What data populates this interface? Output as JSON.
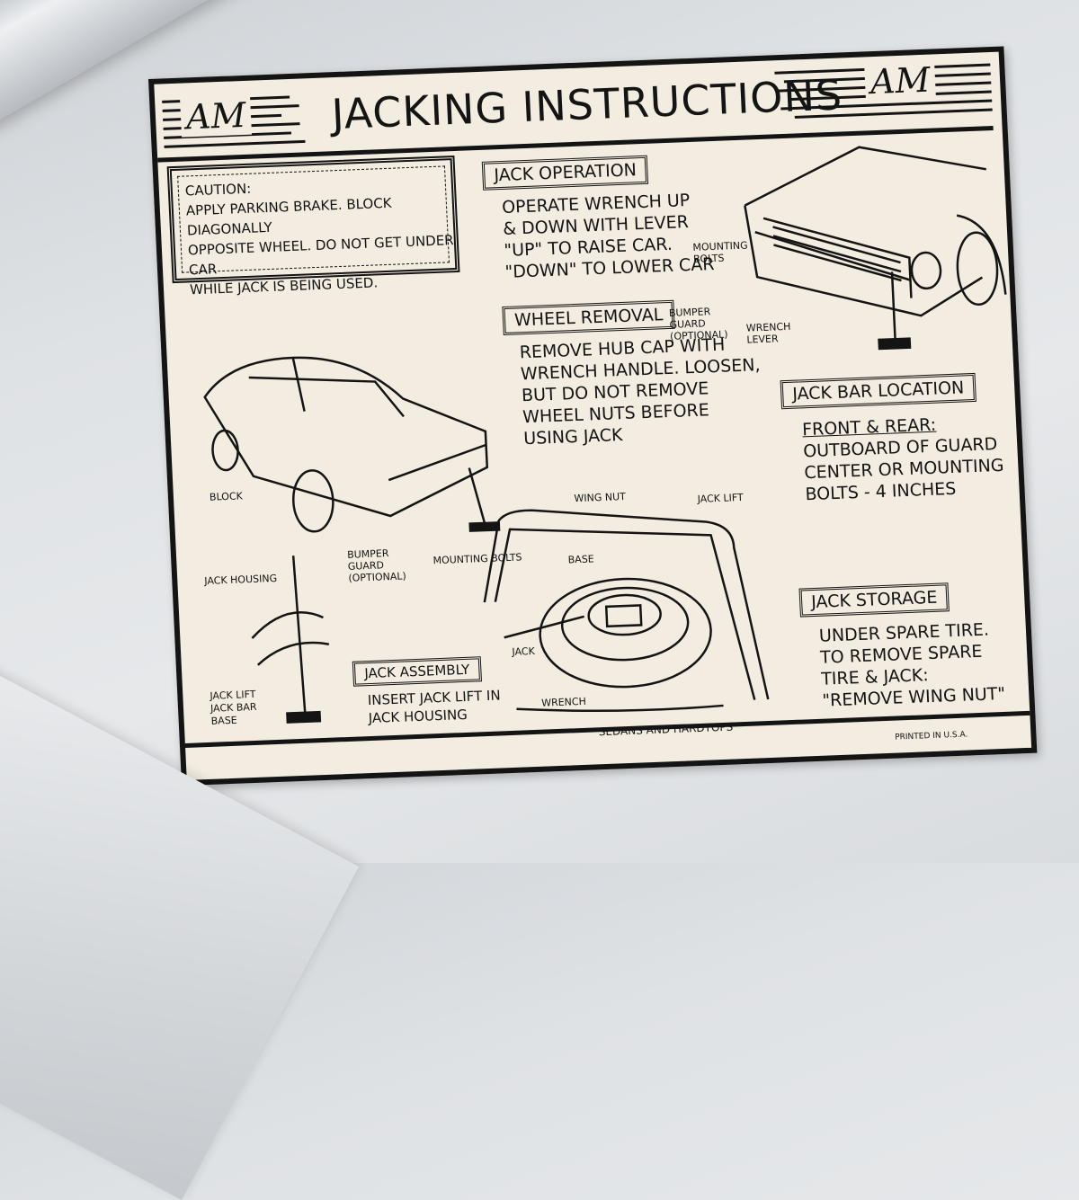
{
  "decal": {
    "title": "JACKING INSTRUCTIONS",
    "logo_text": "AM",
    "caution": {
      "lines": [
        "CAUTION:",
        "APPLY PARKING BRAKE. BLOCK DIAGONALLY",
        "OPPOSITE WHEEL. DO NOT GET UNDER CAR",
        "WHILE JACK IS BEING USED."
      ]
    },
    "jack_operation": {
      "label": "JACK OPERATION",
      "lines": [
        "OPERATE WRENCH UP",
        "& DOWN WITH LEVER",
        "\"UP\" TO RAISE CAR.",
        "\"DOWN\" TO LOWER CAR"
      ]
    },
    "wheel_removal": {
      "label": "WHEEL REMOVAL",
      "lines": [
        "REMOVE HUB CAP WITH",
        "WRENCH HANDLE. LOOSEN,",
        "BUT DO NOT REMOVE",
        "WHEEL NUTS BEFORE",
        "USING JACK"
      ]
    },
    "jack_bar_location": {
      "label": "JACK BAR LOCATION",
      "heading": "FRONT & REAR:",
      "lines": [
        "OUTBOARD OF GUARD",
        "CENTER OR MOUNTING",
        "BOLTS - 4 INCHES"
      ]
    },
    "jack_assembly": {
      "label": "JACK ASSEMBLY",
      "lines": [
        "INSERT JACK LIFT IN",
        "JACK HOUSING"
      ]
    },
    "jack_storage": {
      "label": "JACK STORAGE",
      "lines": [
        "UNDER SPARE TIRE.",
        "TO REMOVE SPARE",
        "TIRE & JACK:",
        "\"REMOVE WING NUT\""
      ]
    },
    "callouts": {
      "mounting_bolts_front": "MOUNTING BOLTS",
      "bumper_guard_front": "BUMPER GUARD (OPTIONAL)",
      "wrench_lever": "WRENCH LEVER",
      "block": "BLOCK",
      "bumper_guard_rear": "BUMPER GUARD (OPTIONAL)",
      "mounting_bolts_rear": "MOUNTING BOLTS",
      "jack_housing": "JACK HOUSING",
      "jack_lift_left": "JACK LIFT",
      "jack_bar": "JACK BAR",
      "base_left": "BASE",
      "wing_nut": "WING NUT",
      "jack_lift_trunk": "JACK LIFT",
      "base_trunk": "BASE",
      "jack": "JACK",
      "wrench": "WRENCH",
      "sedans": "SEDANS AND HARDTOPS"
    },
    "printed": "PRINTED IN U.S.A."
  },
  "colors": {
    "paper": "#f2ede0",
    "ink": "#141414",
    "panel": "#dfe2e5"
  }
}
